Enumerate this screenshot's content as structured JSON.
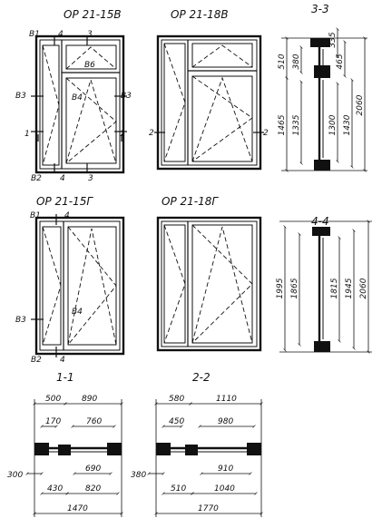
{
  "titles": {
    "w1": "ОР 21-15В",
    "w2": "ОР 21-18В",
    "w3": "ОР 21-15Г",
    "w4": "ОР 21-18Г",
    "s33": "3-3",
    "s44": "4-4",
    "s11": "1-1",
    "s22": "2-2"
  },
  "marks": {
    "w1": {
      "b1": "В1",
      "b2": "В2",
      "b3l": "В3",
      "b3r": "В3",
      "b4": "В4",
      "b6": "В6",
      "n4t": "4",
      "n3t": "3",
      "n4b": "4",
      "n3b": "3",
      "n1l": "1",
      "n1r": "1"
    },
    "w2": {
      "n2l": "2",
      "n2r": "2"
    },
    "w3": {
      "b1": "В1",
      "b2": "В2",
      "b3": "В3",
      "b4": "В4",
      "n4t": "4",
      "n4b": "4"
    }
  },
  "dims": {
    "s33": {
      "d335": "335",
      "d380": "380",
      "d465": "465",
      "d510": "510",
      "d1465": "1465",
      "d1335": "1335",
      "d1300": "1300",
      "d1430": "1430",
      "d2060": "2060"
    },
    "s44": {
      "d1995": "1995",
      "d1865": "1865",
      "d1815": "1815",
      "d1945": "1945",
      "d2060": "2060"
    },
    "s11": {
      "d500": "500",
      "d890": "890",
      "d170": "170",
      "d760": "760",
      "d300": "300",
      "d690": "690",
      "d430": "430",
      "d820": "820",
      "d1470": "1470"
    },
    "s22": {
      "d580": "580",
      "d1110": "1110",
      "d450": "450",
      "d980": "980",
      "d380": "380",
      "d910": "910",
      "d510": "510",
      "d1040": "1040",
      "d1770": "1770"
    }
  }
}
